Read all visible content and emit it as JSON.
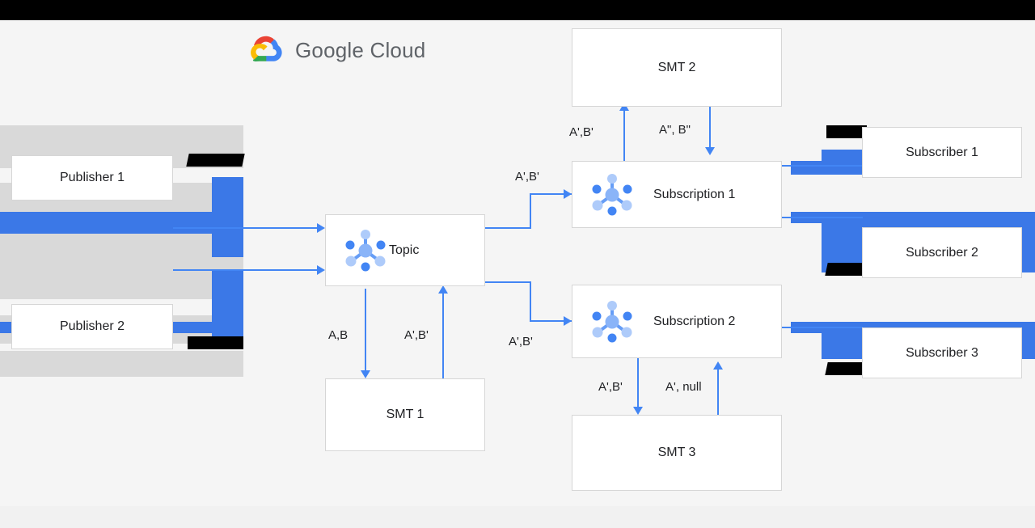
{
  "brand": {
    "logo_text_google": "Google",
    "logo_text_cloud": "Cloud",
    "accent_blue": "#4285f4",
    "redaction_blue": "#3b78e7",
    "redaction_black": "#000000",
    "canvas_bg": "#f5f5f5",
    "band_gray": "#d9d9d9",
    "node_border": "#d6d6d6"
  },
  "nodes": {
    "publisher_1": "Publisher 1",
    "publisher_2": "Publisher 2",
    "topic": "Topic",
    "smt_1": "SMT 1",
    "smt_2": "SMT 2",
    "smt_3": "SMT 3",
    "subscription_1": "Subscription 1",
    "subscription_2": "Subscription 2",
    "subscriber_1": "Subscriber 1",
    "subscriber_2": "Subscriber 2",
    "subscriber_3": "Subscriber 3"
  },
  "edge_labels": {
    "topic_to_smt1": "A,B",
    "smt1_to_topic": "A',B'",
    "topic_to_sub1": "A',B'",
    "topic_to_sub2": "A',B'",
    "sub1_to_smt2": "A',B'",
    "smt2_to_sub1": "A\", B\"",
    "sub2_to_smt3": "A',B'",
    "smt3_to_sub2": "A', null"
  },
  "icons": {
    "pubsub": "pubsub-hub-spoke-icon",
    "google_cloud": "google-cloud-logo-icon"
  }
}
